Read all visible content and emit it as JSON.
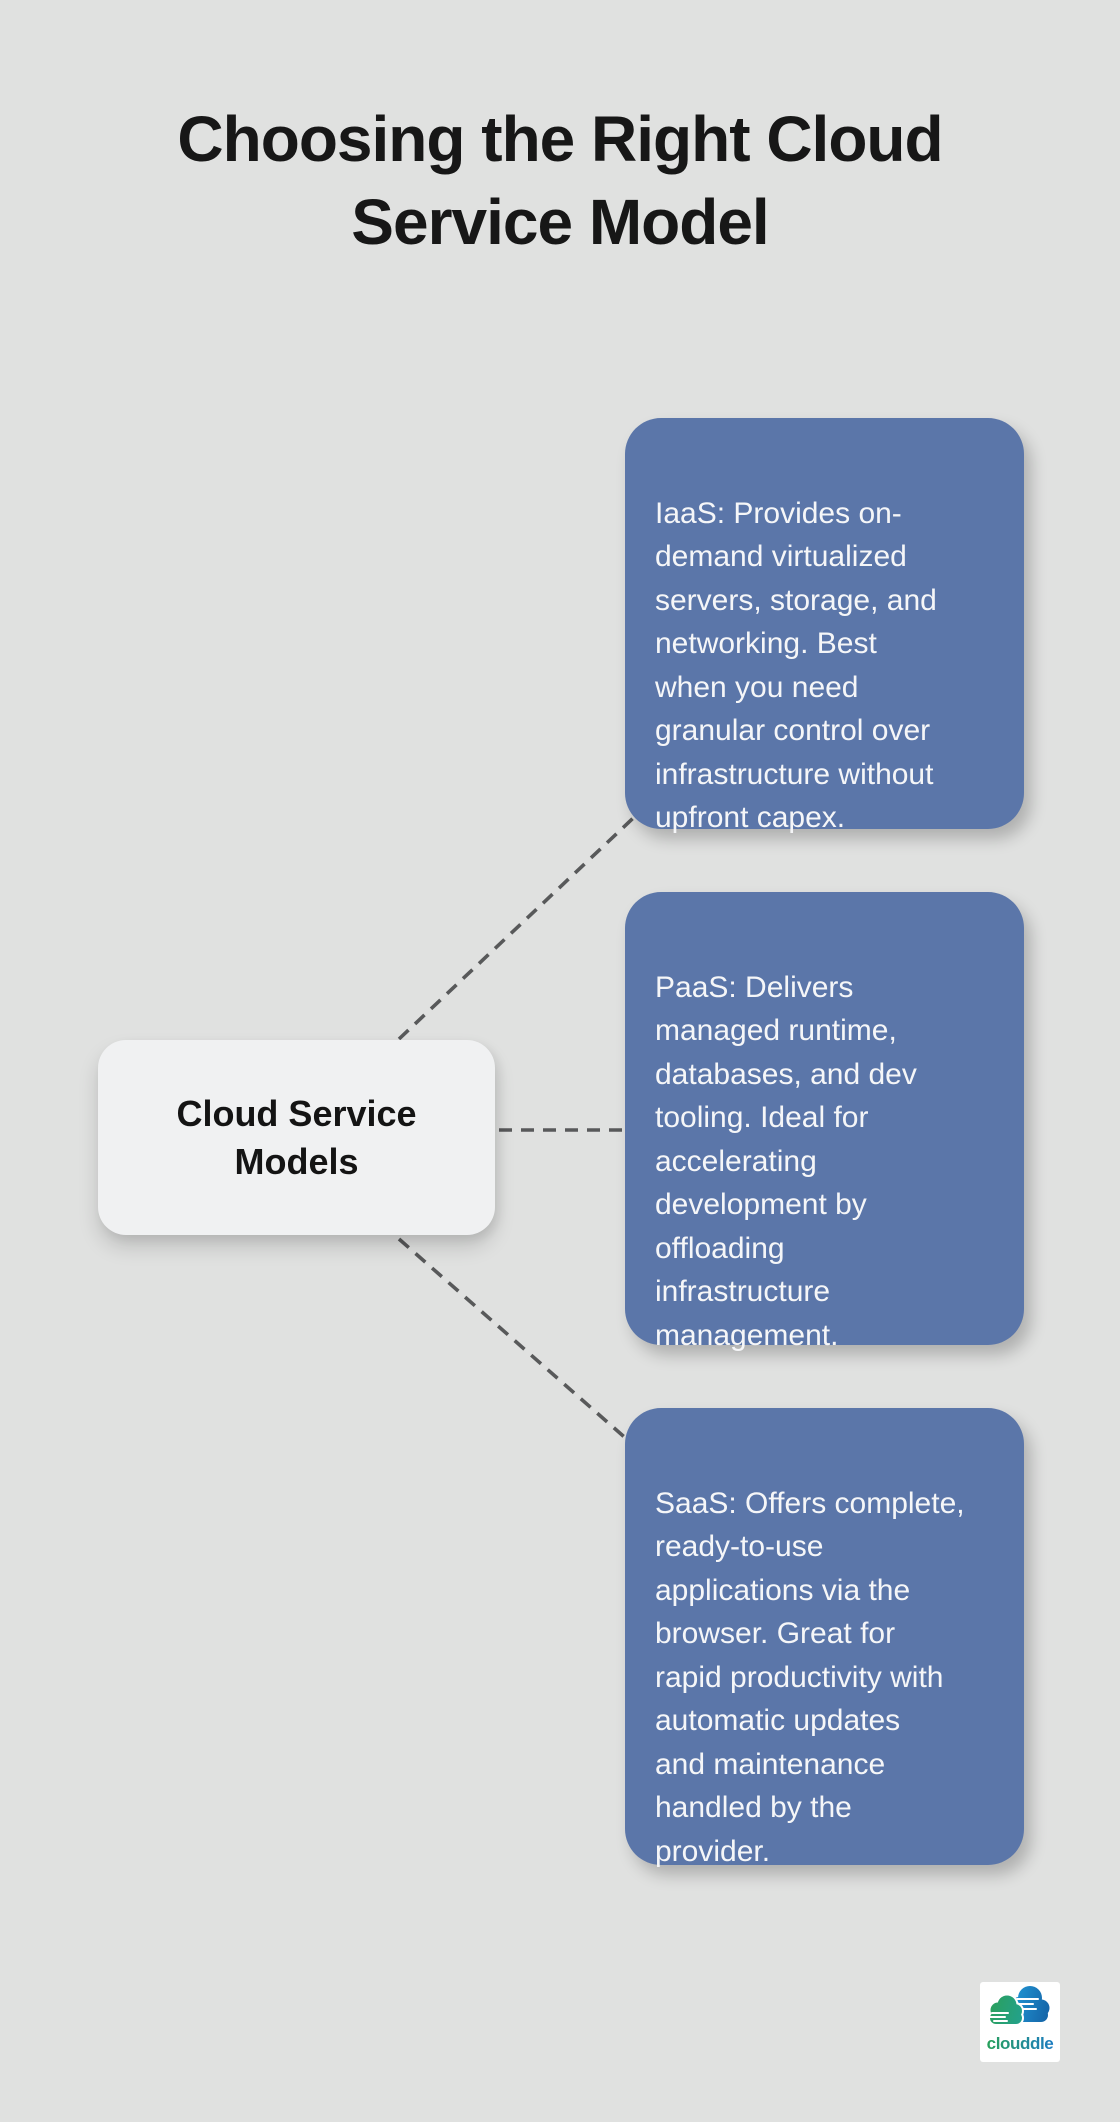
{
  "title": "Choosing the Right Cloud\nService Model",
  "center_node": {
    "label": "Cloud Service\nModels"
  },
  "branches": [
    {
      "id": "iaas",
      "text": "IaaS: Provides on-\ndemand virtualized\nservers, storage, and\nnetworking. Best\nwhen you need\ngranular control over\ninfrastructure without\nupfront capex."
    },
    {
      "id": "paas",
      "text": "PaaS: Delivers\nmanaged runtime,\ndatabases, and dev\ntooling. Ideal for\naccelerating\ndevelopment by\noffloading\ninfrastructure\nmanagement."
    },
    {
      "id": "saas",
      "text": "SaaS: Offers complete,\nready-to-use\napplications via the\nbrowser. Great for\nrapid productivity with\nautomatic updates\nand maintenance\nhandled by the\nprovider."
    }
  ],
  "logo": {
    "text": "clouddle"
  },
  "colors": {
    "background": "#e0e1e0",
    "card_fill": "#5b76a9",
    "card_text": "#f5f6f8",
    "node_fill": "#f0f1f2",
    "node_text": "#141414",
    "connector": "#58595a",
    "title_text": "#171717",
    "logo_green": "#2ba05f",
    "logo_blue": "#1d7dc0"
  }
}
